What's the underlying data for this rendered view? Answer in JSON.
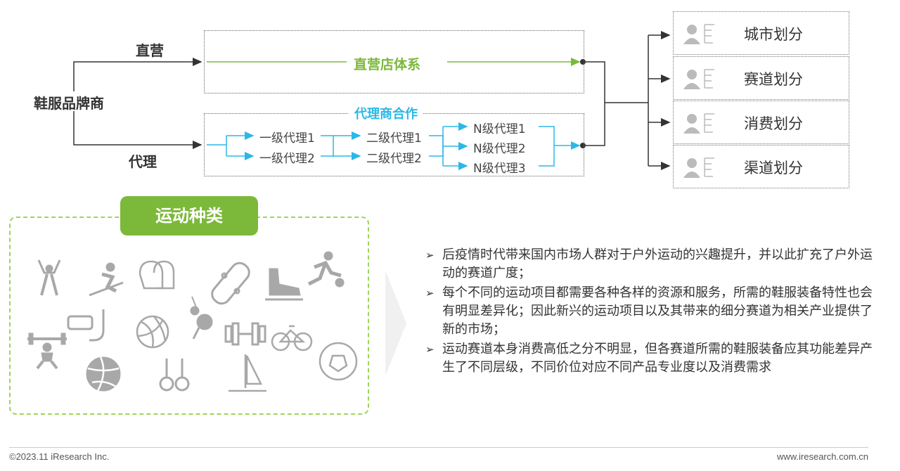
{
  "diagram": {
    "source_label": "鞋服品牌商",
    "direct_label": "直营",
    "agent_label": "代理",
    "direct_system_title": "直营店体系",
    "agent_system_title": "代理商合作",
    "level1": [
      "一级代理1",
      "一级代理2"
    ],
    "level2": [
      "二级代理1",
      "二级代理2"
    ],
    "levelN": [
      "N级代理1",
      "N级代理2",
      "N级代理3"
    ],
    "segments": [
      {
        "label": "城市划分",
        "icon": "person-list-icon"
      },
      {
        "label": "赛道划分",
        "icon": "person-list-icon"
      },
      {
        "label": "消费划分",
        "icon": "person-list-icon"
      },
      {
        "label": "渠道划分",
        "icon": "person-list-icon"
      }
    ],
    "colors": {
      "green": "#7cb83a",
      "blue": "#2bb8e6",
      "gray_icon": "#aaaaaa"
    }
  },
  "sports": {
    "title": "运动种类",
    "icons": [
      "rings-gymnast-icon",
      "skier-icon",
      "boxing-gloves-icon",
      "skateboard-icon",
      "ice-skate-icon",
      "soccer-player-icon",
      "snorkel-icon",
      "volleyball-icon",
      "climber-icon",
      "dumbbell-icon",
      "bicycle-icon",
      "weightlifter-icon",
      "basketball-icon",
      "gym-rings-icon",
      "sailboat-icon",
      "soccer-ball-icon"
    ]
  },
  "bullets": [
    "后疫情时代带来国内市场人群对于户外运动的兴趣提升，并以此扩充了户外运动的赛道广度；",
    "每个不同的运动项目都需要各种各样的资源和服务，所需的鞋服装备特性也会有明显差异化；因此新兴的运动项目以及其带来的细分赛道为相关产业提供了新的市场；",
    "运动赛道本身消费高低之分不明显，但各赛道所需的鞋服装备应其功能差异产生了不同层级，不同价位对应不同产品专业度以及消费需求"
  ],
  "footer": {
    "left": "©2023.11 iResearch Inc.",
    "right": "www.iresearch.com.cn"
  }
}
